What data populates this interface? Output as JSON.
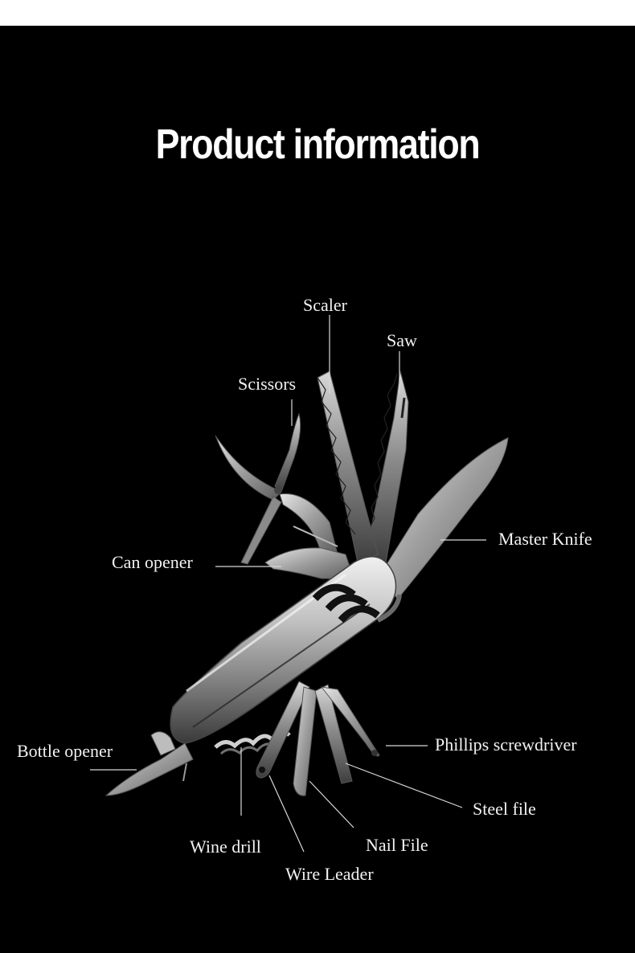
{
  "title": "Product information",
  "labels": {
    "scaler": "Scaler",
    "saw": "Saw",
    "scissors": "Scissors",
    "master_knife": "Master Knife",
    "can_opener": "Can opener",
    "bottle_opener": "Bottle opener",
    "phillips_screwdriver": "Phillips screwdriver",
    "steel_file": "Steel file",
    "nail_file": "Nail File",
    "wine_drill": "Wine drill",
    "wire_leader": "Wire Leader"
  },
  "colors": {
    "background": "#000000",
    "text": "#f2f2f2",
    "metal": "#9a9a9a"
  }
}
